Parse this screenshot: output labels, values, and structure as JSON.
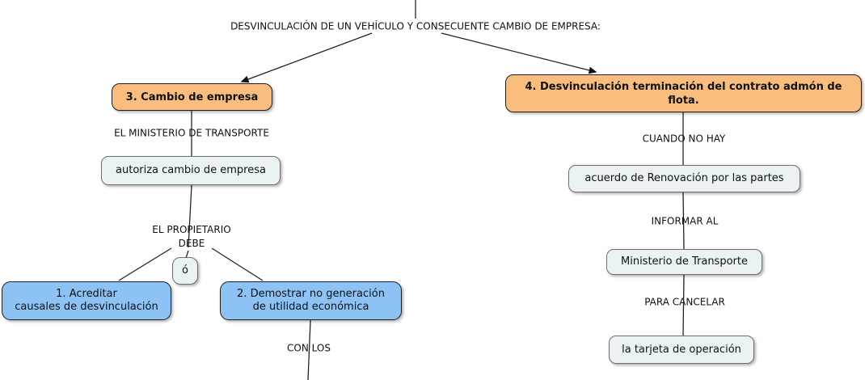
{
  "title": "DESVINCULACIÓN DE UN VEHÍCULO Y CONSECUENTE CAMBIO DE EMPRESA:",
  "colors": {
    "concept_major_fill": "#F9BE7E",
    "concept_option_fill": "#8CC2F4",
    "concept_plain_fill": "#EAF2F3",
    "line_color": "#222222",
    "text_color": "#111111"
  },
  "nodes": {
    "cambio_empresa": {
      "label": "3. Cambio de empresa"
    },
    "desvinculacion_terminacion": {
      "label": "4. Desvinculación terminación del contrato admón de flota."
    },
    "autoriza_cambio": {
      "label": "autoriza cambio de empresa"
    },
    "o_connector": {
      "label": "ó"
    },
    "acreditar": {
      "line1": "1. Acreditar",
      "line2": "causales de desvinculación"
    },
    "demostrar": {
      "line1": "2. Demostrar no generación",
      "line2": "de utilidad económica"
    },
    "acuerdo_renovacion": {
      "label": "acuerdo de Renovación por las partes"
    },
    "ministerio_transporte": {
      "label": "Ministerio de Transporte"
    },
    "tarjeta_operacion": {
      "label": "la tarjeta de operación"
    }
  },
  "linking_phrases": {
    "el_ministerio": "EL MINISTERIO DE TRANSPORTE",
    "propietario_debe": "EL PROPIETARIO\nDEBE",
    "cuando_no_hay": "CUANDO NO HAY",
    "informar_al": "INFORMAR AL",
    "para_cancelar": "PARA CANCELAR",
    "con_los": "CON LOS"
  }
}
